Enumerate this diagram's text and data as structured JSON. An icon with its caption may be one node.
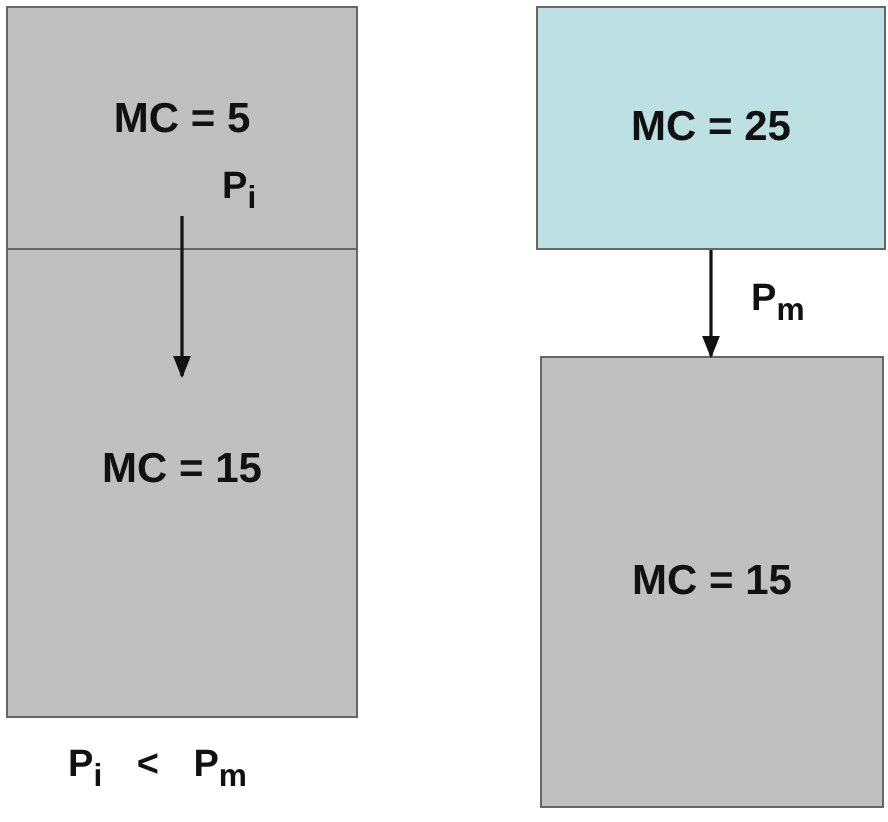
{
  "diagram": {
    "nodes": [
      {
        "text": [
          "MC = 5"
        ]
      },
      {
        "text": [
          "MC = 15"
        ]
      },
      {
        "text": [
          "MC = 25"
        ]
      },
      {
        "text": [
          "MC = 15"
        ]
      }
    ],
    "edges": [
      {
        "from": 0,
        "to": 1,
        "arrow": "to",
        "label": "P$_{i}$"
      },
      {
        "from": 2,
        "to": 3,
        "arrow": "to",
        "label": "P$_{m}$"
      }
    ],
    "labels": [
      "P$_{i}$ < P$_{m}$"
    ]
  }
}
